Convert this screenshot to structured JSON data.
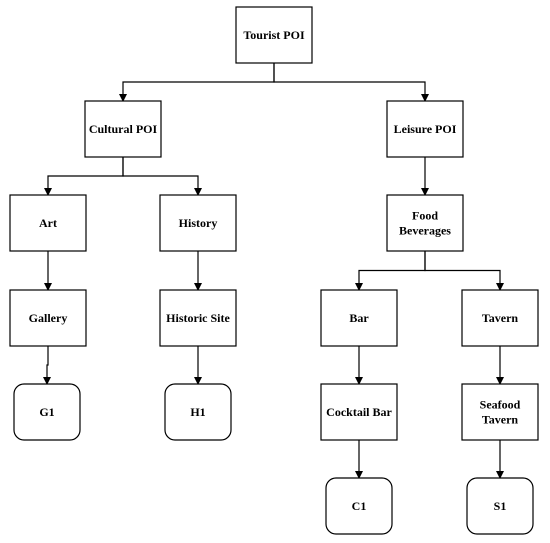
{
  "colors": {
    "stroke": "#000000",
    "fill": "#ffffff",
    "text": "#000000"
  },
  "nodes": {
    "tourist_poi": {
      "lines": [
        "Tourist POI"
      ]
    },
    "cultural_poi": {
      "lines": [
        "Cultural POI"
      ]
    },
    "leisure_poi": {
      "lines": [
        "Leisure POI"
      ]
    },
    "art": {
      "lines": [
        "Art"
      ]
    },
    "history": {
      "lines": [
        "History"
      ]
    },
    "food_beverages": {
      "lines": [
        "Food",
        "Beverages"
      ]
    },
    "gallery": {
      "lines": [
        "Gallery"
      ]
    },
    "historic_site": {
      "lines": [
        "Historic Site"
      ]
    },
    "bar": {
      "lines": [
        "Bar"
      ]
    },
    "tavern": {
      "lines": [
        "Tavern"
      ]
    },
    "g1": {
      "lines": [
        "G1"
      ]
    },
    "h1": {
      "lines": [
        "H1"
      ]
    },
    "cocktail_bar": {
      "lines": [
        "Cocktail Bar"
      ]
    },
    "seafood_tavern": {
      "lines": [
        "Seafood",
        "Tavern"
      ]
    },
    "c1": {
      "lines": [
        "C1"
      ]
    },
    "s1": {
      "lines": [
        "S1"
      ]
    }
  },
  "edges": [
    [
      "tourist_poi",
      "cultural_poi"
    ],
    [
      "tourist_poi",
      "leisure_poi"
    ],
    [
      "cultural_poi",
      "art"
    ],
    [
      "cultural_poi",
      "history"
    ],
    [
      "leisure_poi",
      "food_beverages"
    ],
    [
      "art",
      "gallery"
    ],
    [
      "history",
      "historic_site"
    ],
    [
      "food_beverages",
      "bar"
    ],
    [
      "food_beverages",
      "tavern"
    ],
    [
      "gallery",
      "g1"
    ],
    [
      "historic_site",
      "h1"
    ],
    [
      "bar",
      "cocktail_bar"
    ],
    [
      "tavern",
      "seafood_tavern"
    ],
    [
      "cocktail_bar",
      "c1"
    ],
    [
      "seafood_tavern",
      "s1"
    ]
  ]
}
